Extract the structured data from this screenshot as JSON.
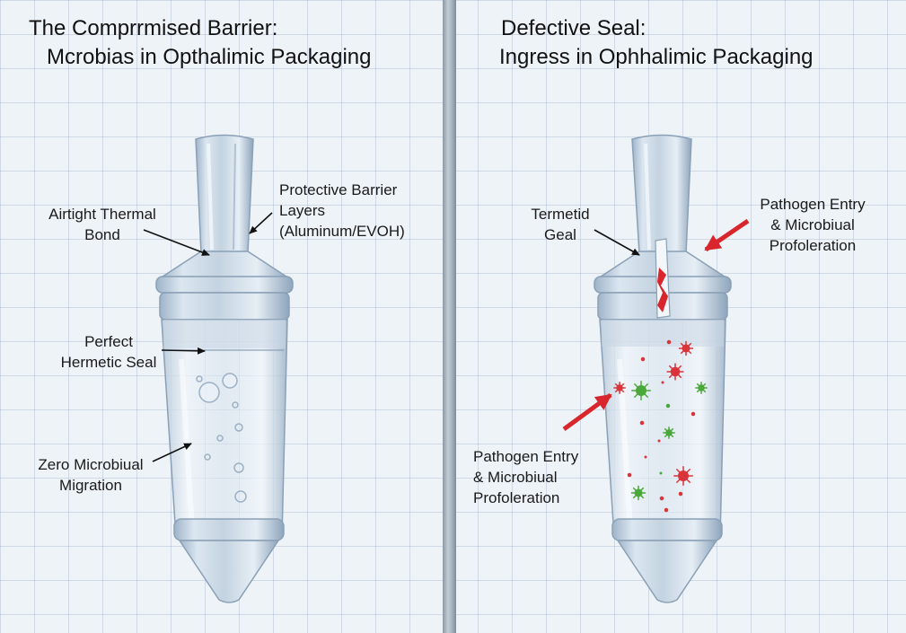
{
  "left": {
    "title_line1": "The Comprrmised Barrier:",
    "title_line2": "Mcrobias in Opthalimic Packaging",
    "labels": {
      "airtight": [
        "Airtight Thermal",
        "Bond"
      ],
      "protective": [
        "Protective Barrier",
        "Layers",
        "(Aluminum/EVOH)"
      ],
      "hermetic": [
        "Perfect",
        "Hermetic Seal"
      ],
      "zero": [
        "Zero Microbiual",
        "Migration"
      ]
    }
  },
  "right": {
    "title_line1": "Defective Seal:",
    "title_line2": "Ingress in Ophhalimic Packaging",
    "labels": {
      "termetid": [
        "Termetid",
        "Geal"
      ],
      "pathogen_top": [
        "Pathogen Entry",
        "& Microbiual",
        "Profoleration"
      ],
      "pathogen_bottom": [
        "Pathogen Entry",
        "& Microbiual",
        "Profoleration"
      ]
    }
  },
  "colors": {
    "arrow_red": "#d8262c",
    "microbe_red": "#d9343a",
    "microbe_green": "#4aa83a"
  }
}
